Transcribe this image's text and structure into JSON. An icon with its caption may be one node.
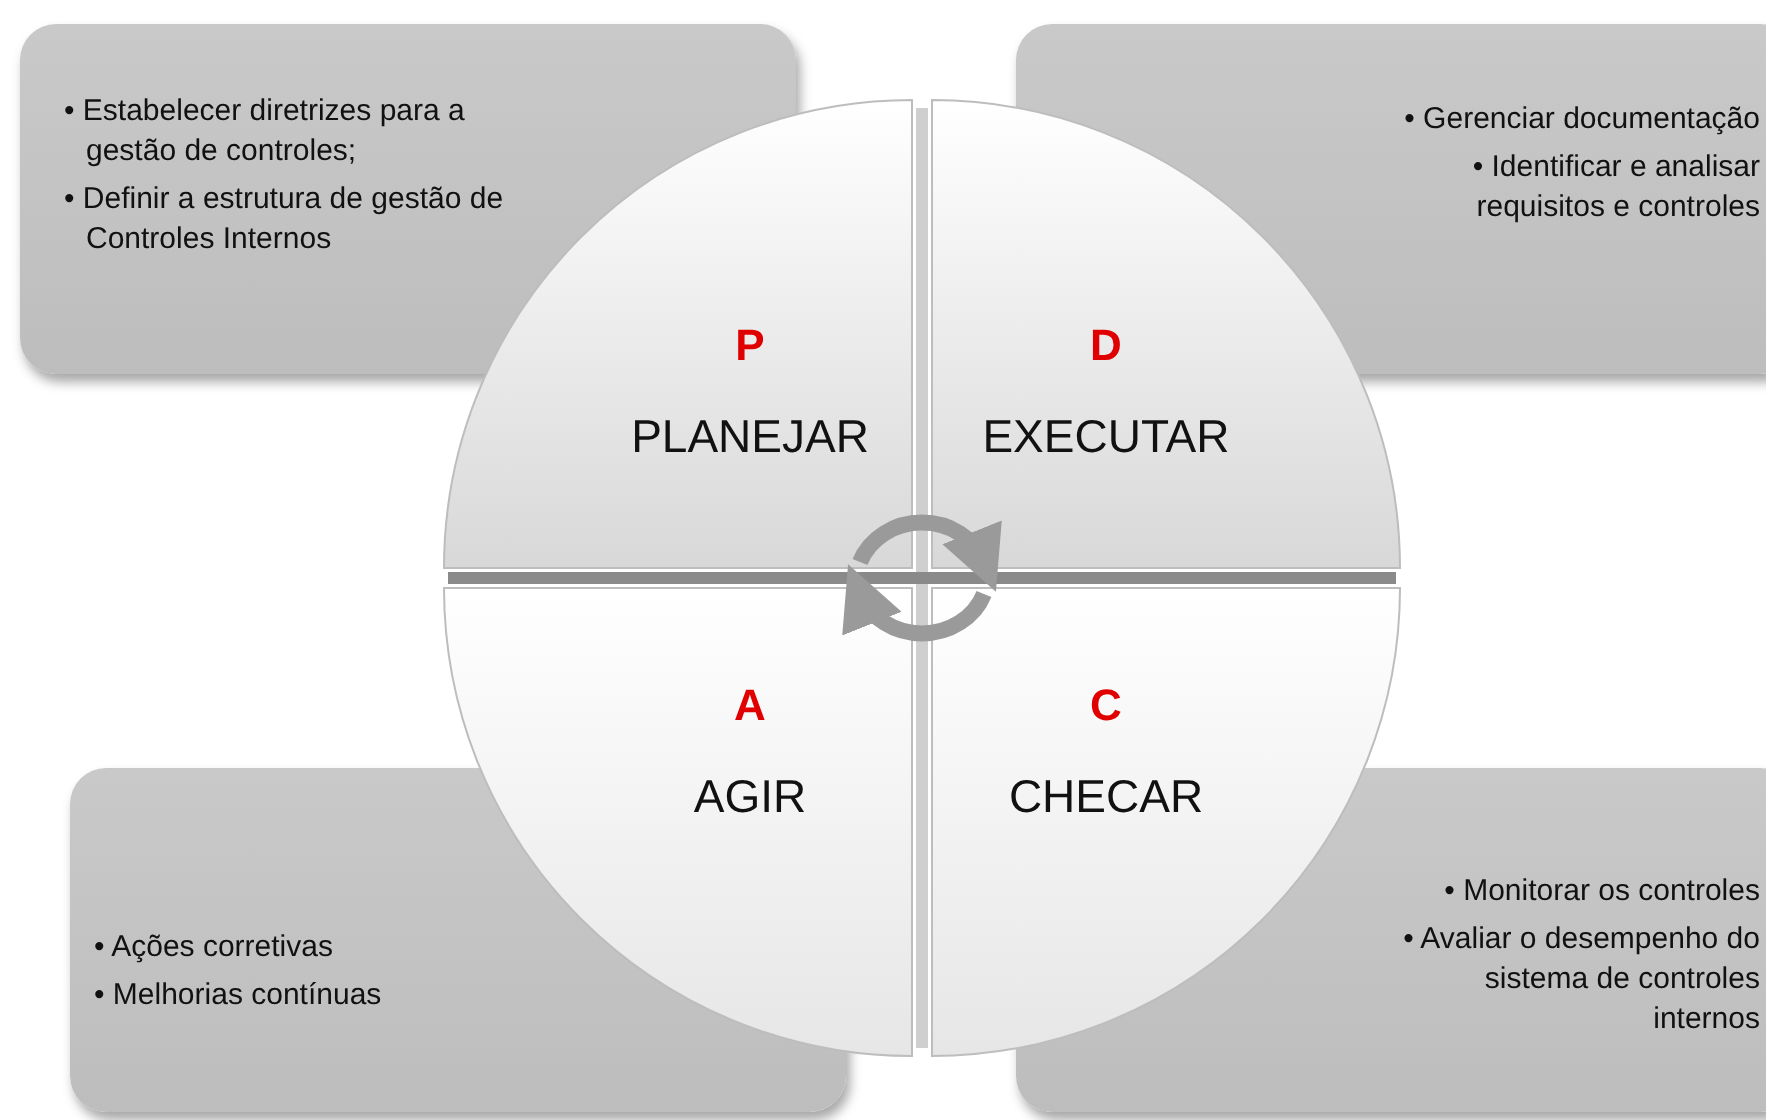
{
  "diagram": {
    "nodes": [
      {
        "text": [
          "• Estabelecer diretrizes para a gestão de controles;",
          "• Definir a estrutura de gestão de Controles Internos"
        ]
      },
      {
        "text": [
          "• Gerenciar documentação",
          "• Identificar e analisar requisitos e controles"
        ]
      },
      {
        "text": [
          "P",
          "PLANEJAR"
        ]
      },
      {
        "text": [
          "D",
          "EXECUTAR"
        ]
      },
      {
        "text": [
          "A",
          "AGIR"
        ]
      },
      {
        "text": [
          "C",
          "CHECAR"
        ]
      },
      {
        "text": [
          "• Ações corretivas",
          "• Melhorias contínuas"
        ]
      },
      {
        "text": [
          "• Monitorar os controles",
          "• Avaliar o desempenho do sistema de controles internos"
        ]
      }
    ],
    "edges": [
      {
        "from": 2,
        "to": 3,
        "arrow": "to"
      },
      {
        "from": 5,
        "to": 4,
        "arrow": "to"
      }
    ]
  }
}
